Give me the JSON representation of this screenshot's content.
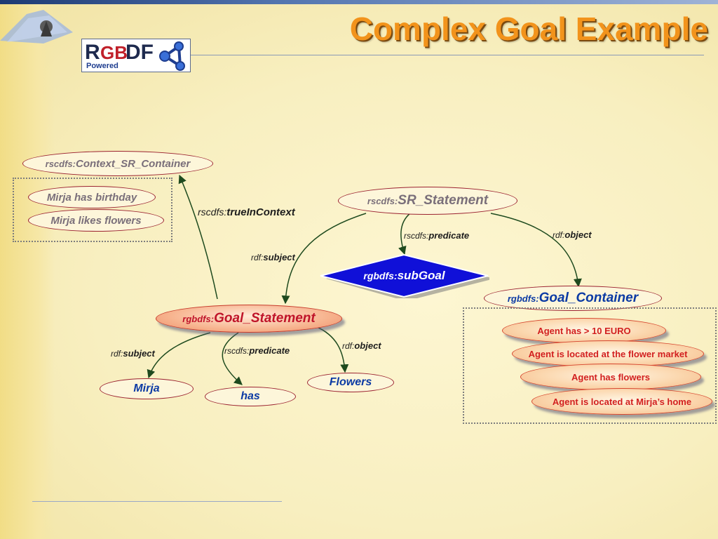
{
  "slide": {
    "title": "Complex Goal Example",
    "logo": {
      "r": "R",
      "gb": "GB",
      "df": "DF",
      "powered": "Powered"
    }
  },
  "nodes": {
    "context_container": {
      "prefix": "rscdfs:",
      "name": "Context_SR_Container"
    },
    "context_items": [
      "Mirja has birthday",
      "Mirja likes flowers"
    ],
    "sr_statement": {
      "prefix": "rscdfs:",
      "name": "SR_Statement"
    },
    "subgoal": {
      "prefix": "rgbdfs:",
      "name": "subGoal"
    },
    "goal_container": {
      "prefix": "rgbdfs:",
      "name": "Goal_Container"
    },
    "goal_container_items": [
      "Agent has > 10 EURO",
      "Agent is located at the flower market",
      "Agent has flowers",
      "Agent is located at Mirja’s home"
    ],
    "goal_statement": {
      "prefix": "rgbdfs:",
      "name": "Goal_Statement"
    },
    "mirja": "Mirja",
    "has": "has",
    "flowers": "Flowers"
  },
  "edges": {
    "true_in_context": {
      "prefix": "rscdfs:",
      "name": "trueInContext"
    },
    "sr_subject": {
      "prefix": "rdf:",
      "name": "subject"
    },
    "sr_predicate": {
      "prefix": "rscdfs:",
      "name": "predicate"
    },
    "sr_object": {
      "prefix": "rdf:",
      "name": "object"
    },
    "gs_subject": {
      "prefix": "rdf:",
      "name": "subject"
    },
    "gs_predicate": {
      "prefix": "rscdfs:",
      "name": "predicate"
    },
    "gs_object": {
      "prefix": "rdf:",
      "name": "object"
    }
  },
  "colors": {
    "title": "#f2931b",
    "node_border": "#9b2230",
    "edge": "#1e4a1e",
    "subgoal_fill": "#1010d8",
    "goal_statement_text": "#c0142a",
    "value_text": "#0b3aa4"
  }
}
